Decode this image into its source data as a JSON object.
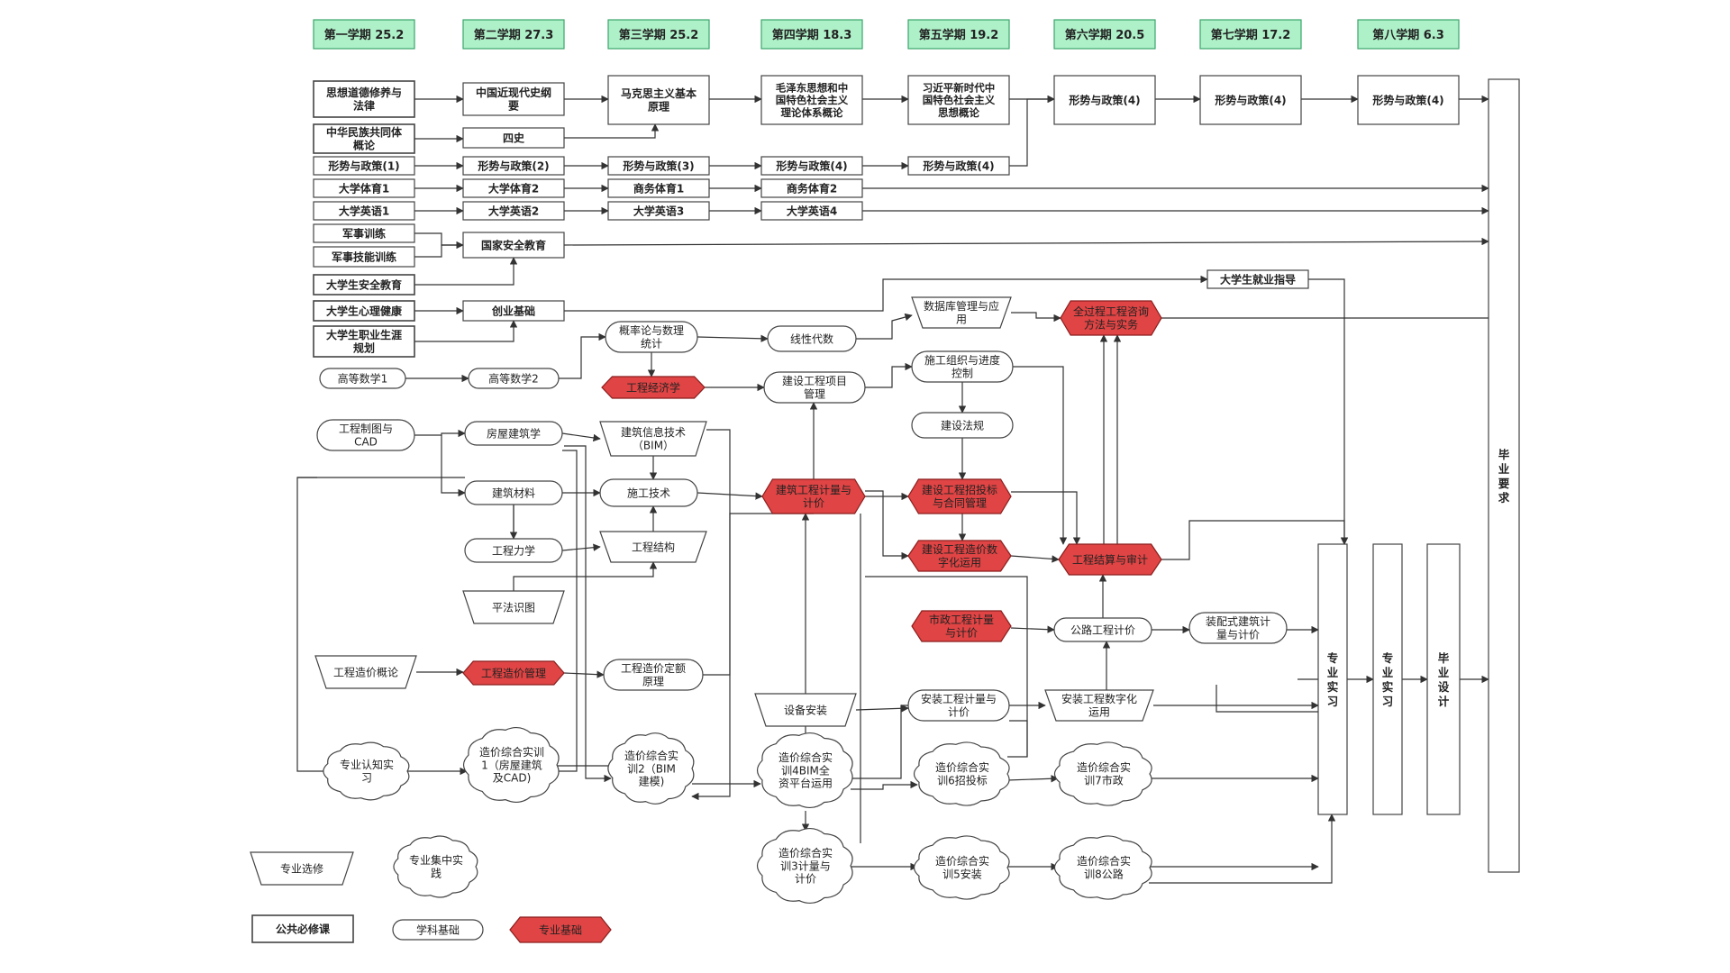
{
  "semesters": [
    {
      "label": "第一学期  25.2"
    },
    {
      "label": "第二学期  27.3"
    },
    {
      "label": "第三学期  25.2"
    },
    {
      "label": "第四学期  18.3"
    },
    {
      "label": "第五学期  19.2"
    },
    {
      "label": "第六学期 20.5"
    },
    {
      "label": "第七学期  17.2"
    },
    {
      "label": "第八学期 6.3"
    }
  ],
  "courses": {
    "sxdd": "思想道德修养与|法律",
    "zhmz": "中华民族共同体|概论",
    "xszc1": "形势与政策(1)",
    "dxty1": "大学体育1",
    "dxyy1": "大学英语1",
    "jsxl": "军事训练",
    "jsjn": "军事技能训练",
    "aqjy": "大学生安全教育",
    "xljk": "大学生心理健康",
    "zysy": "大学生职业生涯|规划",
    "gdsx1": "高等数学1",
    "zgjd": "中国近现代史纲|要",
    "sishi": "四史",
    "xszc2": "形势与政策(2)",
    "dxty2": "大学体育2",
    "dxyy2": "大学英语2",
    "gjaq": "国家安全教育",
    "cyjc": "创业基础",
    "gdsx2": "高等数学2",
    "mkss": "马克思主义基本|原理",
    "xszc3": "形势与政策(3)",
    "swty1": "商务体育1",
    "dxyy3": "大学英语3",
    "mzdsx": "毛泽东思想和中|国特色社会主义|理论体系概论",
    "xszc4a": "形势与政策(4)",
    "swty2": "商务体育2",
    "dxyy4": "大学英语4",
    "xjp": "习近平新时代中|国特色社会主义|思想概论",
    "xszc4b": "形势与政策(4)",
    "xszc4c": "形势与政策(4)",
    "xszc4d": "形势与政策(4)",
    "xszc4e": "形势与政策(4)",
    "jyzd": "大学生就业指导",
    "glsl": "概率论与数理|统计",
    "xxds": "线性代数",
    "sjkgl": "数据库管理与应|用",
    "qgczx": "全过程工程咨询|方法与实务",
    "gcjjx": "工程经济学",
    "jsxmgl": "建设工程项目|管理",
    "sgzz": "施工组织与进度|控制",
    "jsfg": "建设法规",
    "gczt": "工程制图与|CAD",
    "fwjz": "房屋建筑学",
    "bim": "建筑信息技术|（BIM）",
    "jzcl": "建筑材料",
    "sgjs": "施工技术",
    "jzjl": "建筑工程计量与|计价",
    "ztb": "建设工程招投标|与合同管理",
    "gclx": "工程力学",
    "gcjg": "工程结构",
    "szh": "建设工程造价数|字化运用",
    "jssj": "工程结算与审计",
    "pfst": "平法识图",
    "szjl": "市政工程计量|与计价",
    "glgc": "公路工程计价",
    "zps": "装配式建筑计|量与计价",
    "zjgl": "工程造价概论",
    "zjglm": "工程造价管理",
    "dejy": "工程造价定额|原理",
    "sbaz": "设备安装",
    "azjl": "安装工程计量与|计价",
    "azsz": "安装工程数字化|运用",
    "rzsx": "专业认知实|习",
    "sx1": "造价综合实训|1（房屋建筑|及CAD)",
    "sx2": "造价综合实|训2（BIM|建模)",
    "sx4": "造价综合实|训4BIM全|资平台运用",
    "sx6": "造价综合实|训6招投标",
    "sx7": "造价综合实|训7市政",
    "sx3": "造价综合实|训3计量与|计价",
    "sx5": "造价综合实|训5安装",
    "sx8": "造价综合实|训8公路"
  },
  "vertical_bars": {
    "zysx1": "专业实习",
    "zysx2": "专业实习",
    "bysj": "毕业设计",
    "byyq": "毕业要求"
  },
  "legend": {
    "elective": "专业选修",
    "practice": "专业集中实|践",
    "public": "公共必修课",
    "basic": "学科基础",
    "major": "专业基础"
  },
  "colors": {
    "semester_fill": "#aef0c8",
    "semester_border": "#3aa56a",
    "major_red": "#e04444",
    "line": "#333333"
  }
}
